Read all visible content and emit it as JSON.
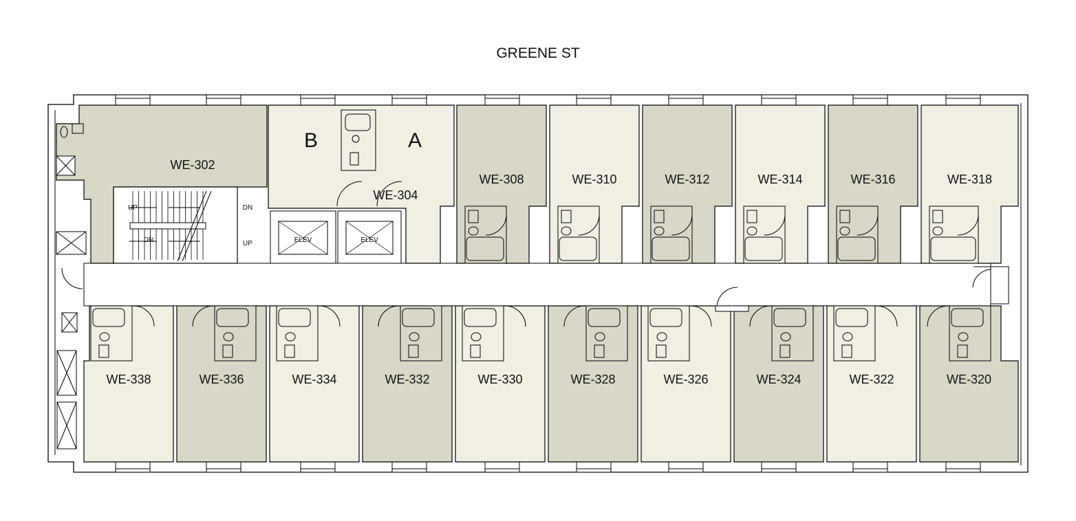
{
  "street_label": "GREENE ST",
  "colors": {
    "dark": "#d9d8c8",
    "light": "#f1efe4",
    "wall": "#000000",
    "background": "#ffffff"
  },
  "rooms_top": [
    {
      "label": "WE-302",
      "shade": "dark"
    },
    {
      "label": "WE-304",
      "shade": "light"
    },
    {
      "label": "WE-308",
      "shade": "dark"
    },
    {
      "label": "WE-310",
      "shade": "light"
    },
    {
      "label": "WE-312",
      "shade": "dark"
    },
    {
      "label": "WE-314",
      "shade": "light"
    },
    {
      "label": "WE-316",
      "shade": "dark"
    },
    {
      "label": "WE-318",
      "shade": "light"
    }
  ],
  "rooms_bottom": [
    {
      "label": "WE-338",
      "shade": "light"
    },
    {
      "label": "WE-336",
      "shade": "dark"
    },
    {
      "label": "WE-334",
      "shade": "light"
    },
    {
      "label": "WE-332",
      "shade": "dark"
    },
    {
      "label": "WE-330",
      "shade": "light"
    },
    {
      "label": "WE-328",
      "shade": "dark"
    },
    {
      "label": "WE-326",
      "shade": "light"
    },
    {
      "label": "WE-324",
      "shade": "dark"
    },
    {
      "label": "WE-322",
      "shade": "light"
    },
    {
      "label": "WE-320",
      "shade": "dark"
    }
  ],
  "suite_bedrooms": [
    "B",
    "A"
  ],
  "stairs": {
    "up": "UP",
    "dn": "DN"
  },
  "elevator_label": "ELEV"
}
